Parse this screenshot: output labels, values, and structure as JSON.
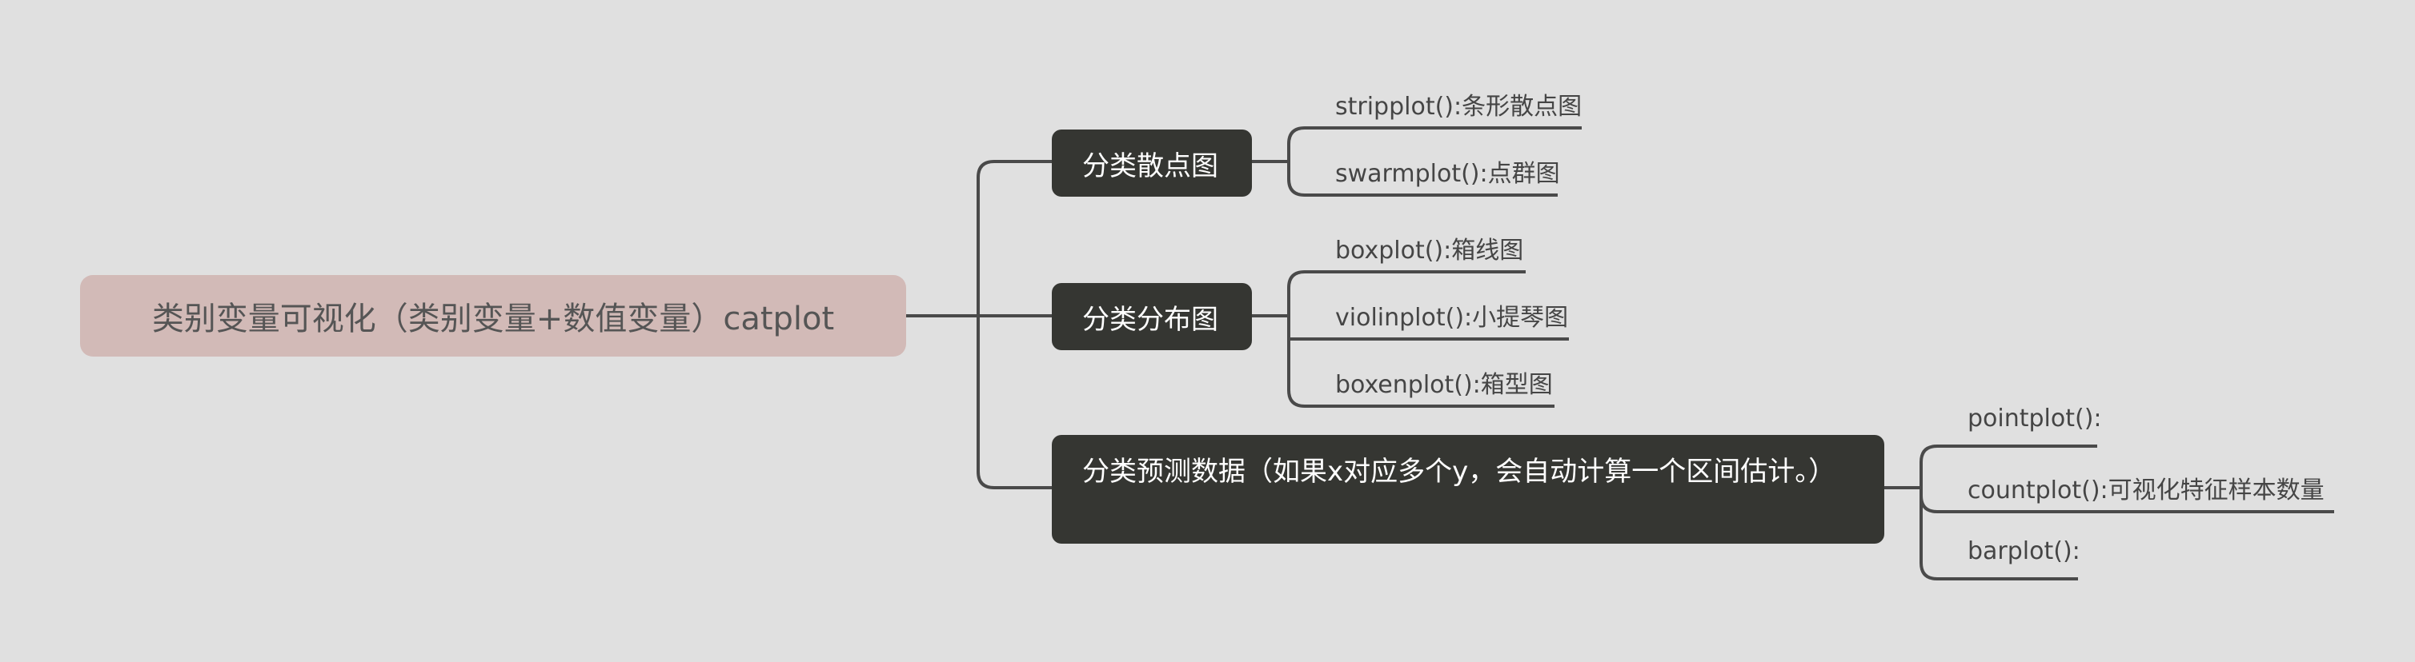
{
  "root": {
    "label": "类别变量可视化（类别变量+数值变量）catplot"
  },
  "branches": [
    {
      "label": "分类散点图",
      "leaves": [
        "stripplot():条形散点图",
        "swarmplot():点群图"
      ]
    },
    {
      "label": "分类分布图",
      "leaves": [
        "boxplot():箱线图",
        "violinplot():小提琴图",
        "boxenplot():箱型图"
      ]
    },
    {
      "label": "分类预测数据（如果x对应多个y，会自动计算一个区间估计。）",
      "leaves": [
        "pointplot():",
        "countplot():可视化特征样本数量",
        "barplot():"
      ]
    }
  ],
  "colors": {
    "background": "#e0e0e0",
    "root_fill": "#d2bab7",
    "branch_fill": "#353632",
    "line": "#4a4a4a"
  }
}
